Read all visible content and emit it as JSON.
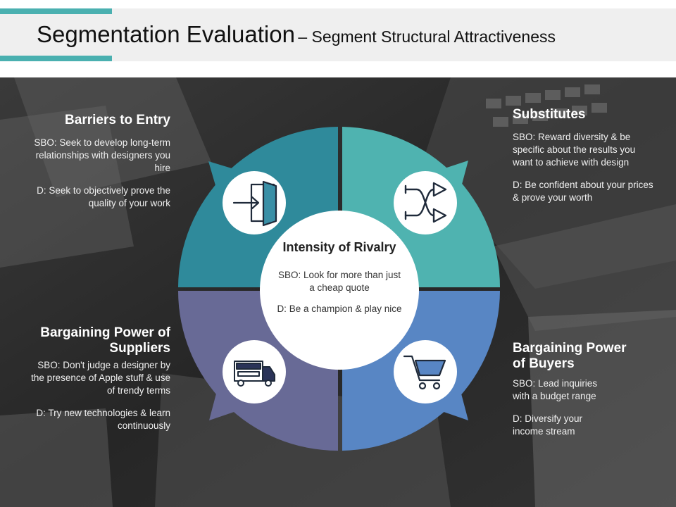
{
  "header": {
    "title": "Segmentation Evaluation",
    "subtitle": "– Segment Structural Attractiveness"
  },
  "colors": {
    "accent": "#4ab0b0",
    "top_left": "#2f8a9b",
    "top_right": "#4fb3b0",
    "bottom_left": "#686a96",
    "bottom_right": "#5886c4"
  },
  "center": {
    "title": "Intensity of Rivalry",
    "sbo": "SBO: Look for more than just a cheap quote",
    "d": "D: Be a champion & play nice"
  },
  "quadrants": {
    "barriers": {
      "title": "Barriers to Entry",
      "sbo": "SBO: Seek to develop long-term relationships with designers you hire",
      "d": "D: Seek to objectively prove the quality of your work",
      "icon": "door-entry-icon"
    },
    "substitutes": {
      "title": "Substitutes",
      "sbo": "SBO: Reward diversity & be specific about the results you want to achieve with design",
      "d": "D: Be confident about your prices & prove your worth",
      "icon": "shuffle-arrows-icon"
    },
    "suppliers": {
      "title": "Bargaining Power of Suppliers",
      "sbo": "SBO: Don't judge a designer by the presence of Apple stuff & use of trendy terms",
      "d": "D: Try new technologies & learn continuously",
      "icon": "delivery-truck-icon"
    },
    "buyers": {
      "title": "Bargaining Power of Buyers",
      "sbo": "SBO: Lead inquiries with a budget range",
      "d": "D: Diversify your income stream",
      "icon": "shopping-cart-icon"
    }
  }
}
